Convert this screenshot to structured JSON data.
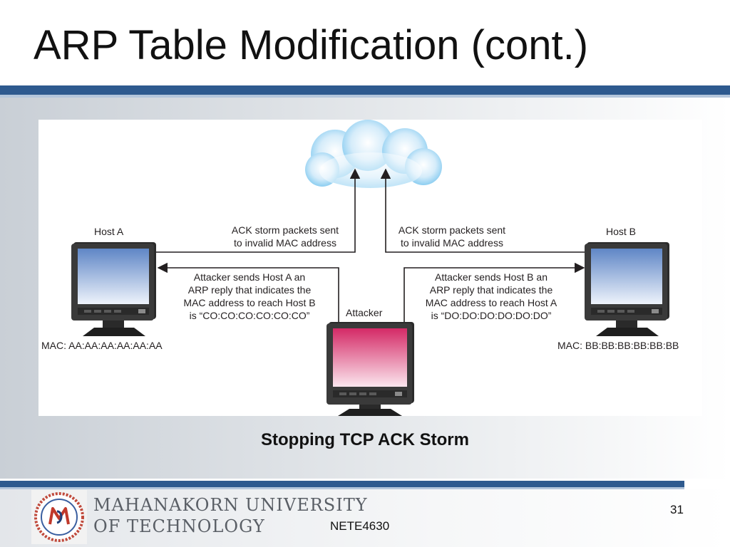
{
  "slide": {
    "title": "ARP Table Modification (cont.)",
    "caption": "Stopping TCP ACK Storm",
    "course": "NETE4630",
    "page_number": "31"
  },
  "diagram": {
    "host_a": {
      "label": "Host A",
      "mac": "MAC: AA:AA:AA:AA:AA:AA"
    },
    "host_b": {
      "label": "Host B",
      "mac": "MAC: BB:BB:BB:BB:BB:BB"
    },
    "attacker": {
      "label": "Attacker"
    },
    "storm_left": [
      "ACK storm packets sent",
      "to invalid MAC address"
    ],
    "storm_right": [
      "ACK storm packets sent",
      "to invalid MAC address"
    ],
    "reply_a": [
      "Attacker sends Host A an",
      "ARP reply that indicates the",
      "MAC address to reach Host B",
      "is “CO:CO:CO:CO:CO:CO”"
    ],
    "reply_b": [
      "Attacker sends Host B an",
      "ARP reply that indicates the",
      "MAC address to reach Host A",
      "is “DO:DO:DO:DO:DO:DO”"
    ],
    "colors": {
      "host_screen": "#6f95d0",
      "attacker_screen": "#d8336e",
      "cloud": "#7cc7ef",
      "arrow": "#231f20"
    }
  },
  "footer": {
    "university_line1": "MAHANAKORN UNIVERSITY",
    "university_line2": "OF TECHNOLOGY"
  }
}
